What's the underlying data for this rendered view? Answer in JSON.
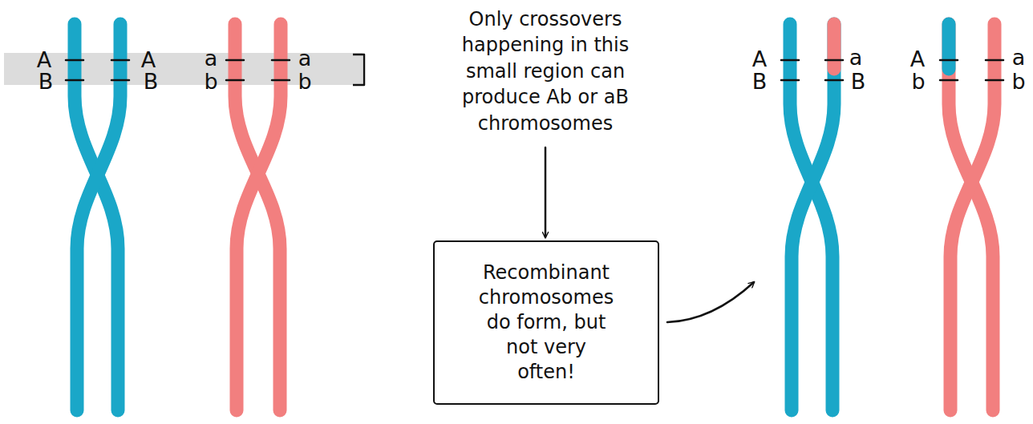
{
  "diagram": {
    "nodes": [
      {
        "text": [
          "Recombinant chromosomes do form, but not very often!"
        ]
      }
    ],
    "labels": [
      "A",
      "A",
      "a",
      "a",
      "B",
      "B",
      "b",
      "b",
      "Only crossovers happening in this small region can produce Ab or aB chromosomes",
      "A",
      "a",
      "A",
      "a",
      "B",
      "B",
      "b",
      "b"
    ]
  }
}
